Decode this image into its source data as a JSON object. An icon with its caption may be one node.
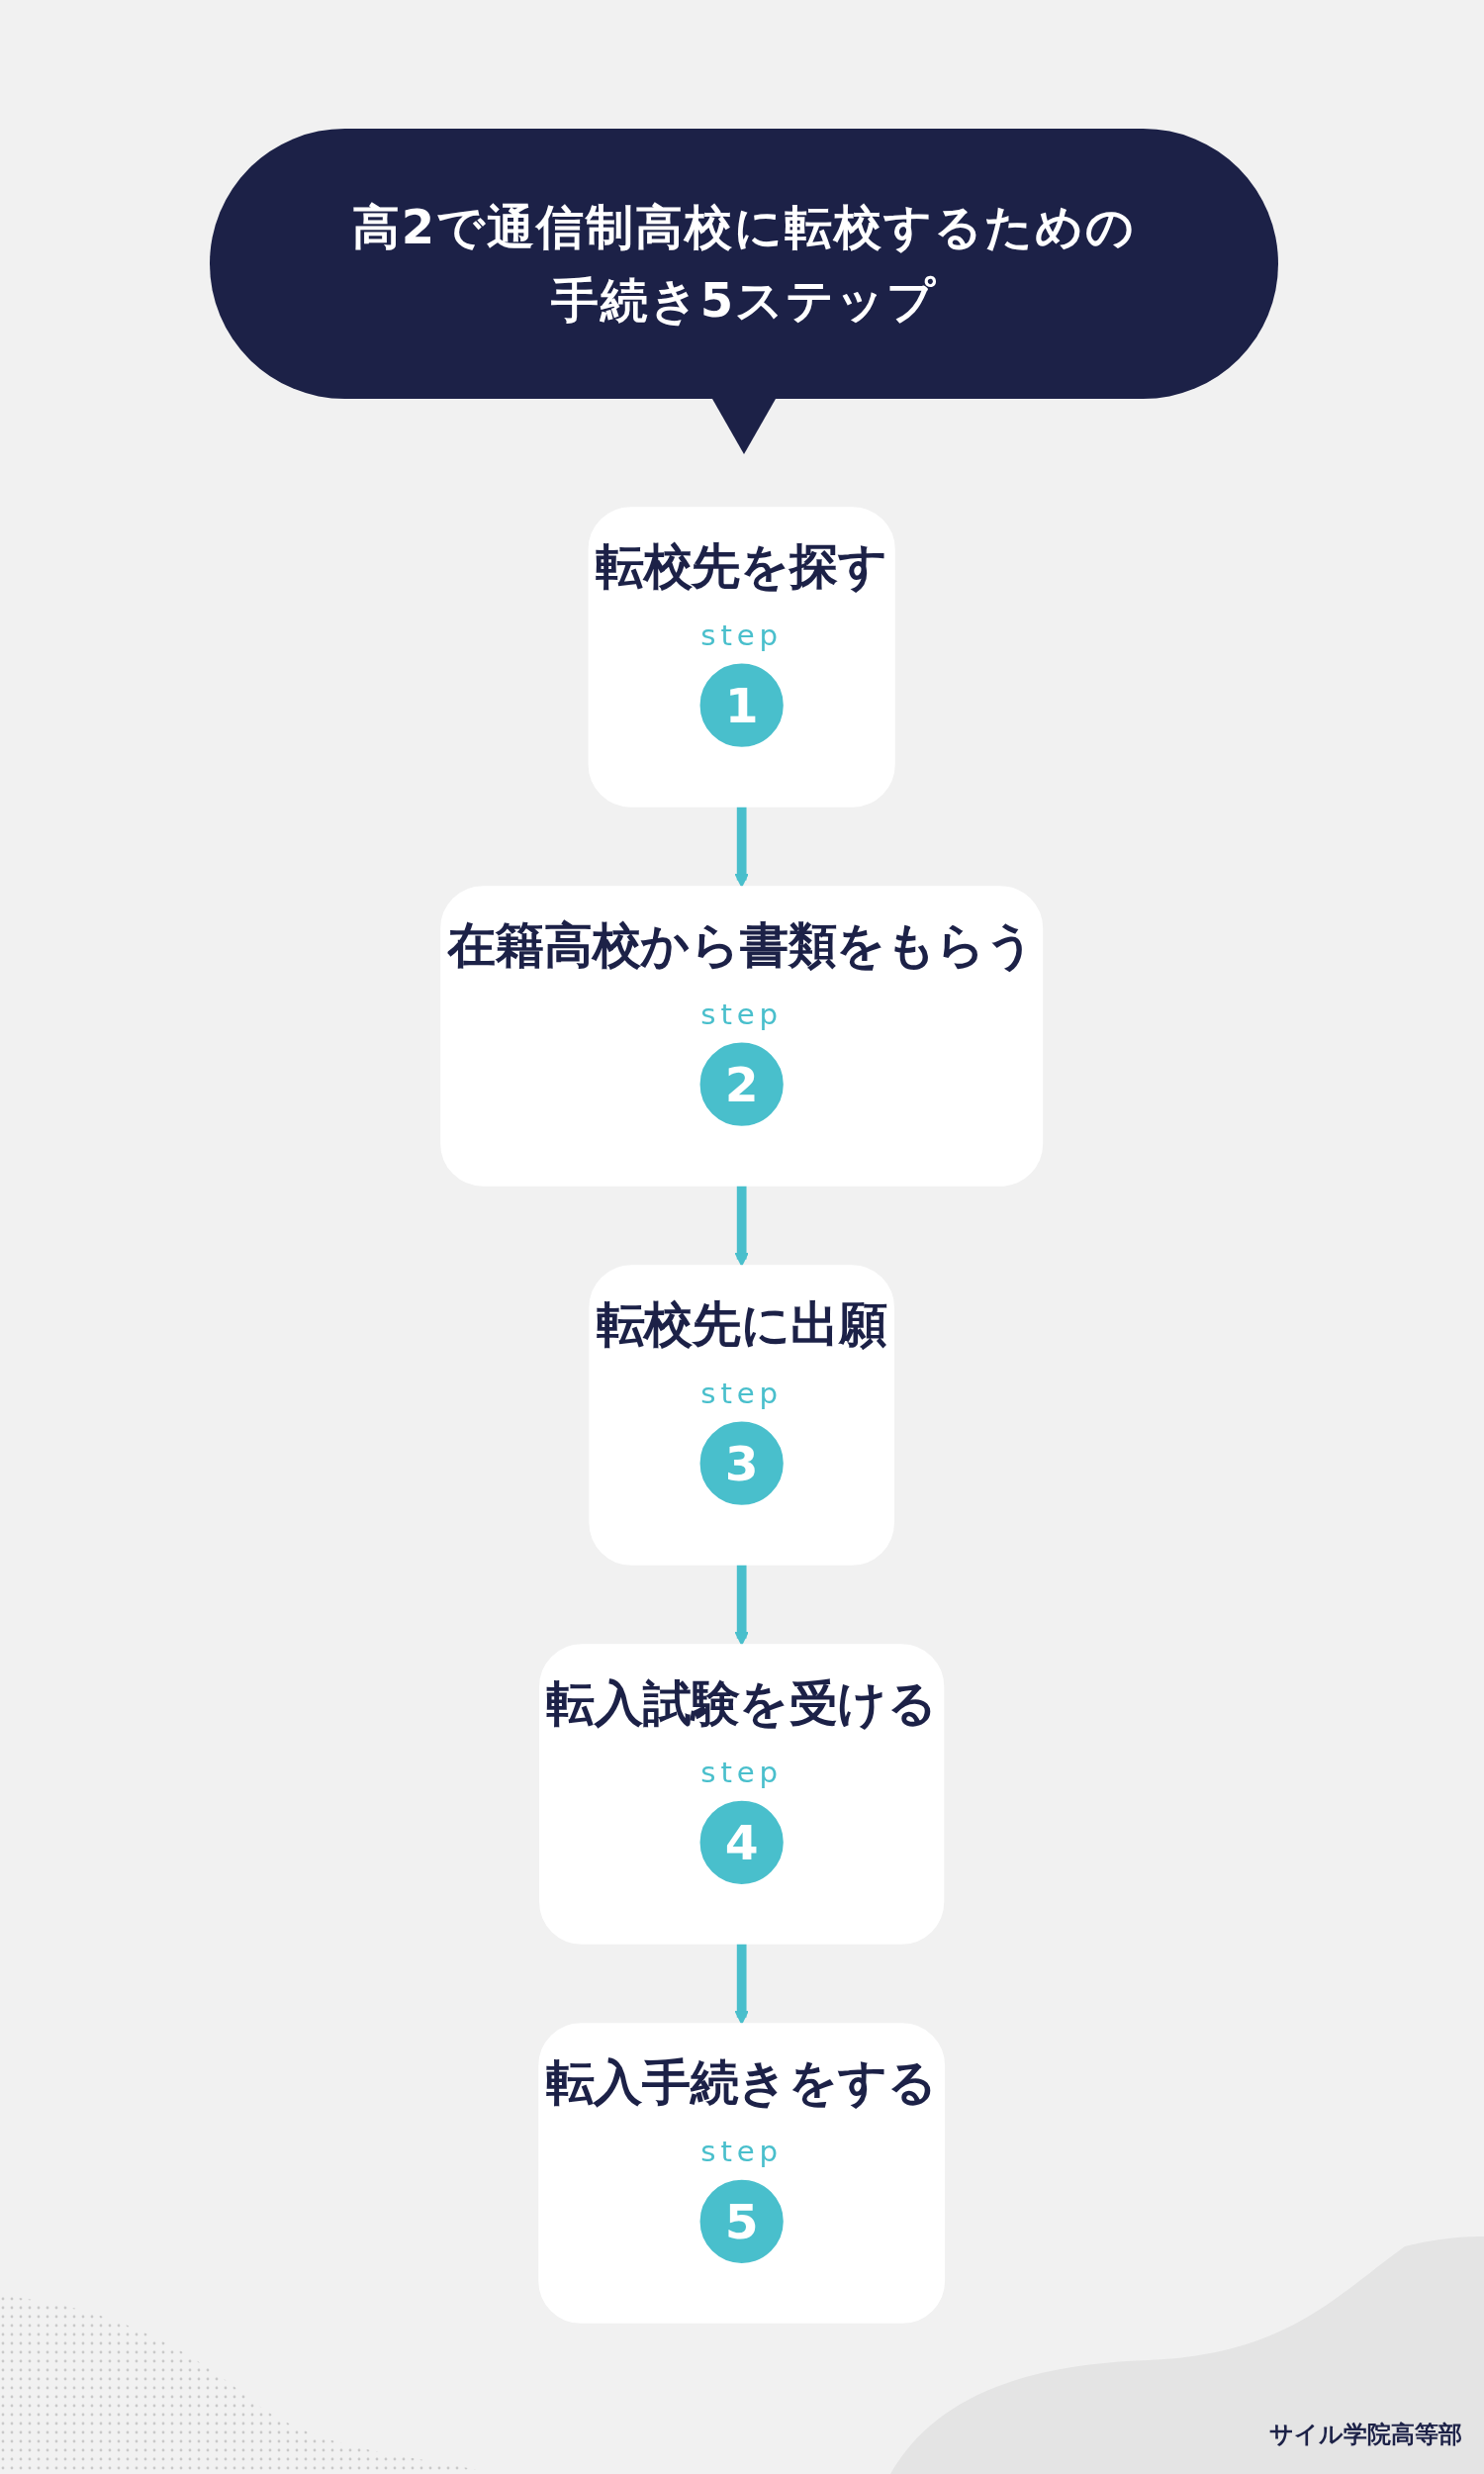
{
  "diagram": {
    "title": "高2で通信制高校に転校するための手続き5ステップ",
    "nodes": [
      {
        "text": [
          "転校先を探す"
        ]
      },
      {
        "text": [
          "1"
        ],
        "beside": [
          "step"
        ],
        "in": 0
      },
      {
        "text": [
          "在籍高校から書類をもらう"
        ]
      },
      {
        "text": [
          "2"
        ],
        "beside": [
          "step"
        ],
        "in": 2
      },
      {
        "text": [
          "転校先に出願"
        ]
      },
      {
        "text": [
          "3"
        ],
        "beside": [
          "step"
        ],
        "in": 4
      },
      {
        "text": [
          "転入試験を受ける"
        ]
      },
      {
        "text": [
          "4"
        ],
        "beside": [
          "step"
        ],
        "in": 6
      },
      {
        "text": [
          "転入手続きをする"
        ]
      },
      {
        "text": [
          "5"
        ],
        "beside": [
          "step"
        ],
        "in": 8
      }
    ],
    "edges": [
      {
        "from": 0,
        "to": 2,
        "arrow": "to"
      },
      {
        "from": 2,
        "to": 4,
        "arrow": "to"
      },
      {
        "from": 4,
        "to": 6,
        "arrow": "to"
      },
      {
        "from": 6,
        "to": 8,
        "arrow": "to"
      }
    ],
    "labels": [
      "サイル学院高等部"
    ]
  }
}
